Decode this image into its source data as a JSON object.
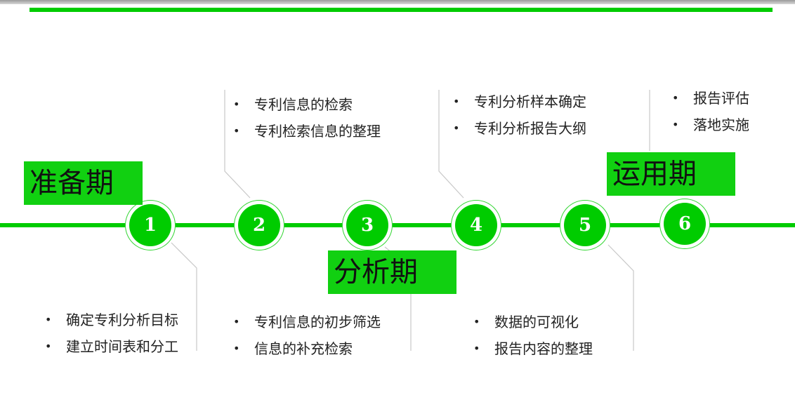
{
  "colors": {
    "accent": "#00cc00",
    "label_bg": "#11d011",
    "connector": "#c8c8c8"
  },
  "nodes": [
    "1",
    "2",
    "3",
    "4",
    "5",
    "6"
  ],
  "phases": {
    "prep": "准备期",
    "analysis": "分析期",
    "application": "运用期"
  },
  "bullets": {
    "stage1": [
      "确定专利分析目标",
      "建立时间表和分工"
    ],
    "stage2": [
      "专利信息的检索",
      "专利检索信息的整理"
    ],
    "stage3": [
      "专利信息的初步筛选",
      "信息的补充检索"
    ],
    "stage4": [
      "专利分析样本确定",
      "专利分析报告大纲"
    ],
    "stage5": [
      "数据的可视化",
      "报告内容的整理"
    ],
    "stage6": [
      "报告评估",
      "落地实施"
    ]
  }
}
